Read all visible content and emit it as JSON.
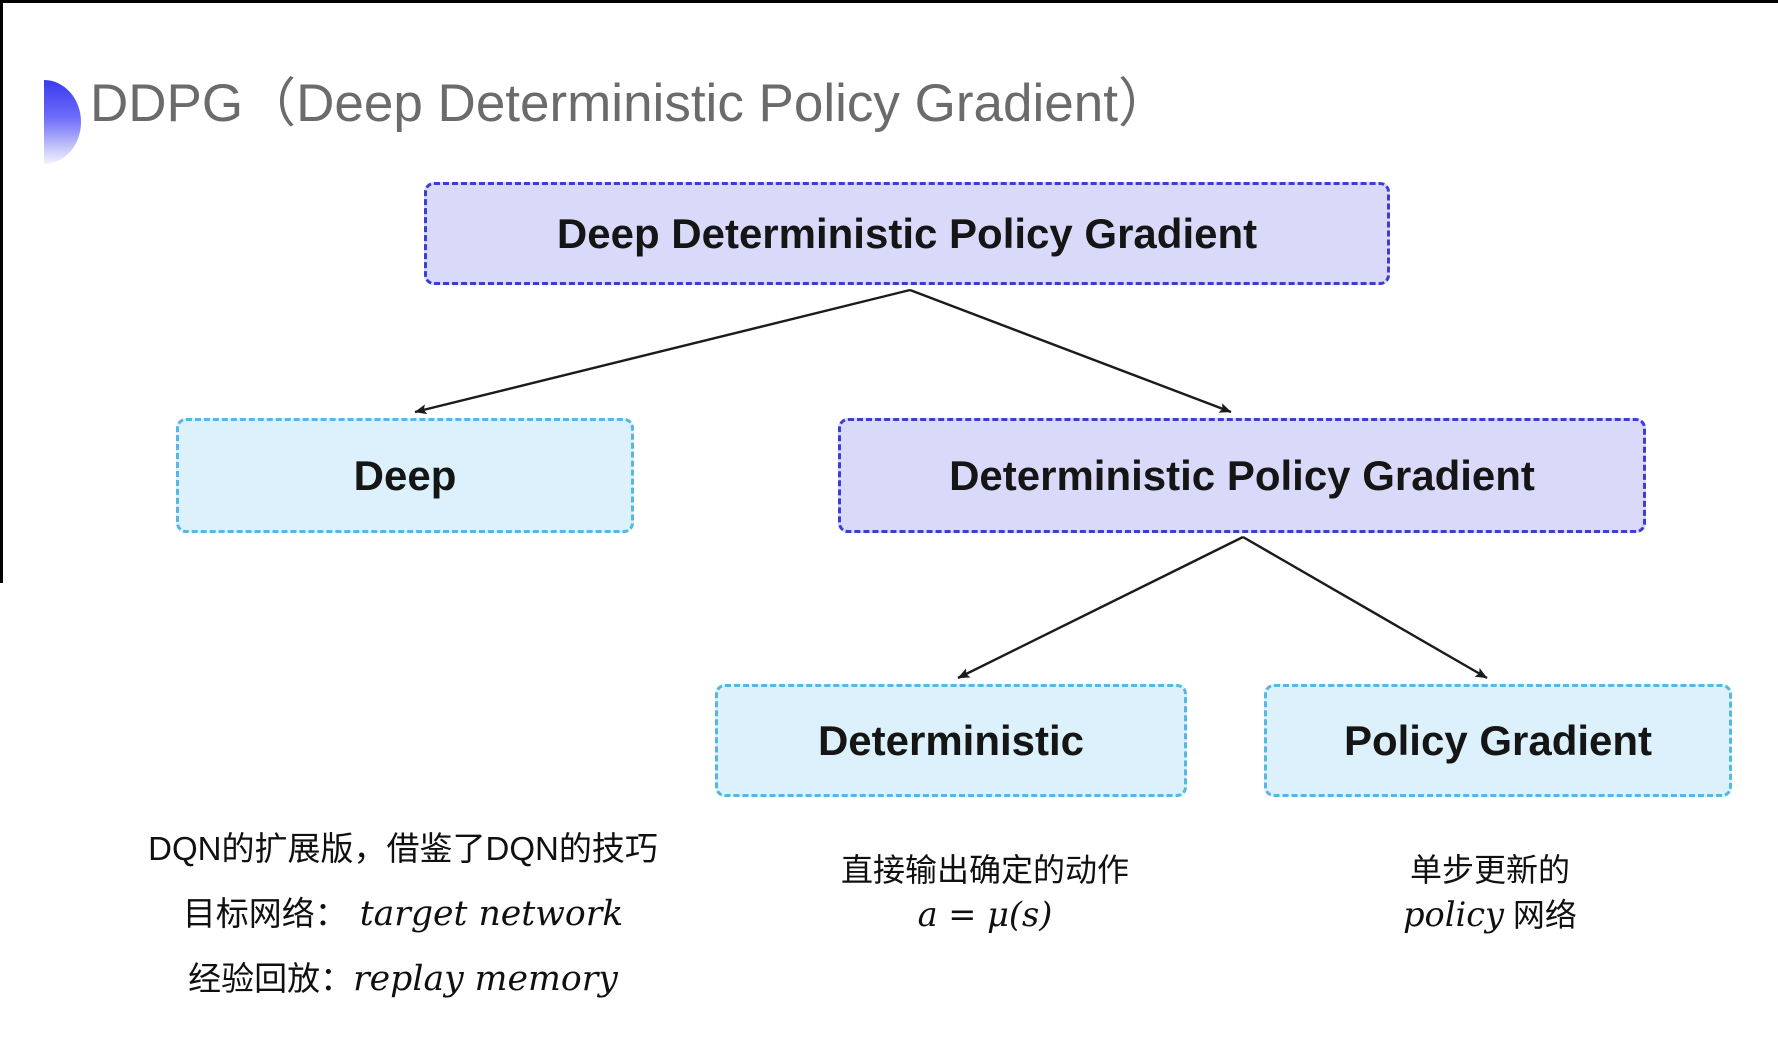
{
  "title": {
    "text": "DDPG（Deep Deterministic Policy Gradient）"
  },
  "nodes": {
    "root": {
      "label": "Deep Deterministic Policy Gradient"
    },
    "deep": {
      "label": "Deep"
    },
    "dpg": {
      "label": "Deterministic Policy Gradient"
    },
    "deterministic": {
      "label": "Deterministic"
    },
    "policy_gradient": {
      "label": "Policy Gradient"
    }
  },
  "annotations": {
    "deep": {
      "line1": "DQN的扩展版，借鉴了DQN的技巧",
      "line2_label": "目标网络：",
      "line2_term": "target network",
      "line3_label": "经验回放：",
      "line3_term": "replay memory"
    },
    "deterministic": {
      "line1": "直接输出确定的动作",
      "formula": "a = μ(s)"
    },
    "policy_gradient": {
      "line1": "单步更新的",
      "line2_term": "policy",
      "line2_rest": " 网络"
    }
  },
  "icons": {
    "bullet": "half-circle-bullet"
  },
  "colors": {
    "purple_fill": "#d9d9fa",
    "purple_border": "#3d3dcf",
    "cyan_fill": "#dcf1fb",
    "cyan_border": "#57b7e3",
    "title_gray": "#6b6b6b",
    "arrow": "#1b1b1b"
  }
}
